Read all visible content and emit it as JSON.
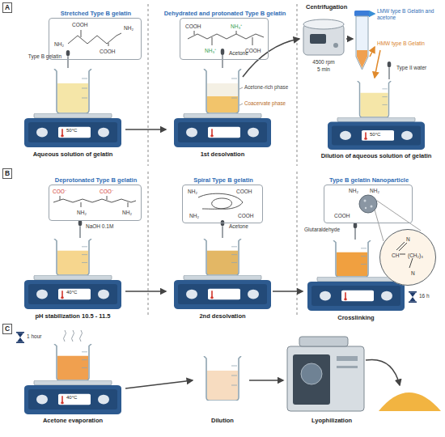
{
  "diagram": {
    "nodes": [
      {
        "text": [
          "Stretched Type B gelatin",
          "NH₂",
          "COOH",
          "COOH",
          "NH₂"
        ]
      },
      {
        "text": [
          "Dehydrated and protonated Type B gelatin",
          "COOH",
          "NH₃⁺",
          "NH₃⁺",
          "COOH"
        ]
      },
      {
        "text": [
          "Deprotonated Type B gelatin",
          "COO⁻",
          "NH₂",
          "COO⁻",
          "NH₂"
        ]
      },
      {
        "text": [
          "Spiral Type B gelatin",
          "NH₂",
          "COOH",
          "COOH",
          "NH₂"
        ]
      },
      {
        "text": [
          "Type B gelatin Nanoparticle",
          "NH₂",
          "NH₂",
          "COOH"
        ]
      },
      {
        "text": [
          "N",
          "CH",
          "(CH₂)₃",
          "N"
        ]
      }
    ],
    "labels": [
      "A",
      "Type B gelatin",
      "50°C",
      "Aqueous solution of gelatin",
      "Acetone",
      "1st desolvation",
      "Acetone-rich phase",
      "Coacervate phase",
      "Centrifugation",
      "4500 rpm",
      "5 min",
      "LMW type B Gelatin and acetone",
      "HMW type B Gelatin",
      "Type II water",
      "50°C",
      "Dilution of aqueous solution of gelatin",
      "B",
      "NaOH 0.1M",
      "40°C",
      "pH stabilization 10.5 - 11.5",
      "Acetone",
      "2nd desolvation",
      "Glutaraldehyde",
      "16 h",
      "Crosslinking",
      "C",
      "1 hour",
      "40°C",
      "Acetone evaporation",
      "Dilution",
      "Lyophilization"
    ]
  }
}
